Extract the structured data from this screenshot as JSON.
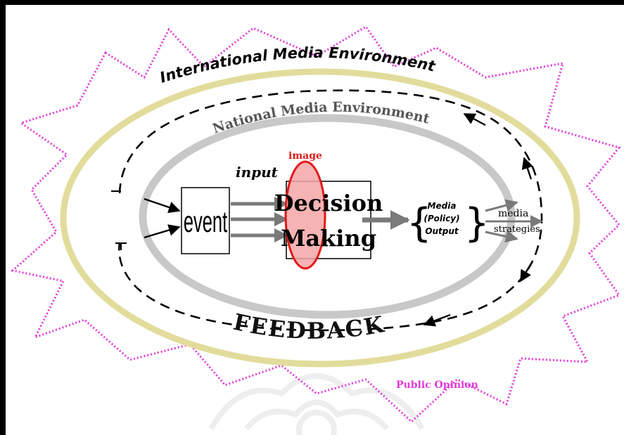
{
  "diagram": {
    "outer_ring_label": "International Media Environment",
    "inner_ring_label": "National Media Environment",
    "feedback_label": "FEEDBACK",
    "public_opinion_label": "Public Opinion",
    "input_label": "input",
    "image_label": "image",
    "event_label": "event",
    "decision_line1": "Decision",
    "decision_line2": "Making",
    "output_line1": "Media",
    "output_line2": "(Policy)",
    "output_line3": "Output",
    "strategies_line1": "media",
    "strategies_line2": "strategies",
    "colors": {
      "outer_ring": "#e2dc9c",
      "inner_ring": "#c8c8c8",
      "starburst": "#e23ad8",
      "image_oval_fill": "#f4a6a6",
      "image_oval_stroke": "#e21818",
      "image_text": "#e21818",
      "public_opinion_text": "#e23ad8",
      "arrow_gray": "#7a7a7a",
      "dash": "#000000"
    }
  }
}
